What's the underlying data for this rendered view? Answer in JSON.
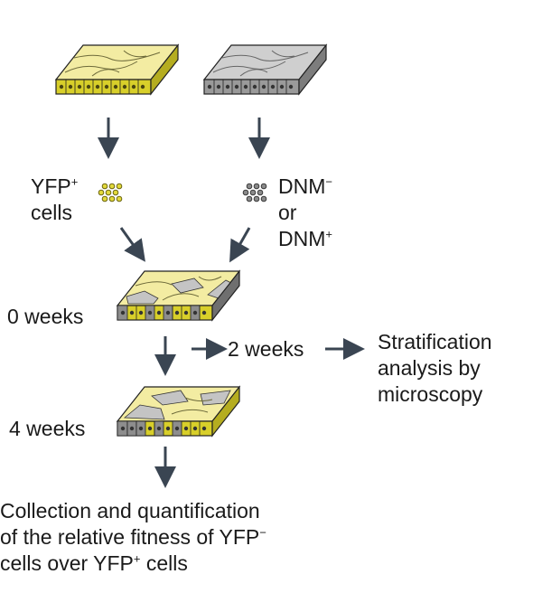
{
  "colors": {
    "yellow": "#d8cf2a",
    "yellow_light": "#f3eca2",
    "yellow_dark": "#8c8418",
    "gray": "#9a9a9a",
    "gray_light": "#cfcfcf",
    "gray_dark": "#555555",
    "arrow": "#3a4552"
  },
  "labels": {
    "yfp_cells": {
      "line1_base": "YFP",
      "line1_sup": "+",
      "line2": "cells"
    },
    "dnm": {
      "line1_base": "DNM",
      "line1_sup": "−",
      "line2": "or",
      "line3_base": "DNM",
      "line3_sup": "+"
    },
    "zero_weeks": "0 weeks",
    "two_weeks": "2 weeks",
    "four_weeks": "4 weeks",
    "stratification": {
      "line1": "Stratification",
      "line2": "analysis by",
      "line3": "microscopy"
    },
    "collection": {
      "line1": "Collection and quantification",
      "line2_base": "of the relative fitness of YFP",
      "line2_sup": "−",
      "line3_pre": "cells over YFP",
      "line3_sup": "+",
      "line3_post": " cells"
    }
  }
}
